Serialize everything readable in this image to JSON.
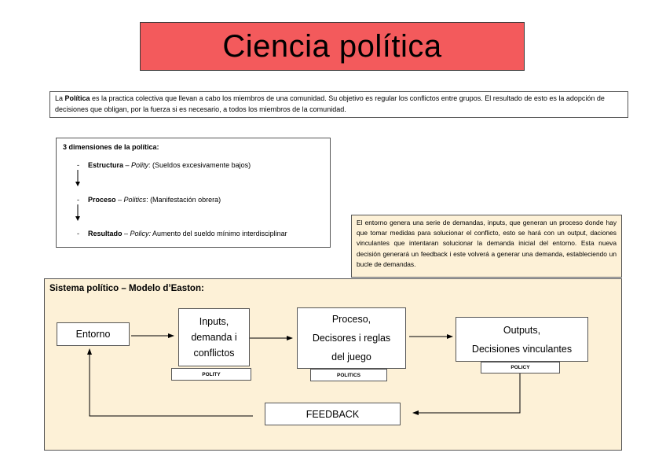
{
  "title": "Ciencia política",
  "definition": {
    "prefix": "La ",
    "bold_word": "Política",
    "text": " es la practica colectiva que llevan a cabo los miembros de una comunidad. Su objetivo es regular los conflictos entre grupos. El resultado de esto es la adopción de decisiones que obligan, por la fuerza si es necesario, a todos los miembros de la comunidad."
  },
  "dimensions": {
    "title": "3 dimensiones de la política:",
    "items": [
      {
        "dash": "-",
        "name": "Estructura",
        "term": "Polity",
        "detail": ": (Sueldos excesivamente bajos)"
      },
      {
        "dash": "-",
        "name": "Proceso",
        "term": "Politics",
        "detail": ": (Manifestación obrera)"
      },
      {
        "dash": "-",
        "name": "Resultado",
        "term": "Policy:",
        "detail": " Aumento del sueldo mínimo interdisciplinar"
      }
    ],
    "separator": " – "
  },
  "description": "El entorno genera una serie de demandas, inputs, que generan un proceso donde hay que tomar medidas para solucionar el conflicto, esto se hará con un output, daciones vinculantes que intentaran solucionar la demanda inicial del entorno. Esta nueva decisión generará un feedback i este volverá a generar una demanda, estableciendo un bucle de demandas.",
  "system": {
    "title": "Sistema político – Modelo d’Easton:",
    "nodes": {
      "entorno": "Entorno",
      "inputs": [
        "Inputs,",
        "demanda i",
        "conflictos"
      ],
      "proceso": [
        "Proceso,",
        "Decisores i reglas",
        "del juego"
      ],
      "outputs": [
        "Outputs,",
        "Decisiones vinculantes"
      ],
      "feedback": "FEEDBACK"
    },
    "tags": {
      "polity": "POLITY",
      "politics": "POLITICS",
      "policy": "POLICY"
    }
  }
}
